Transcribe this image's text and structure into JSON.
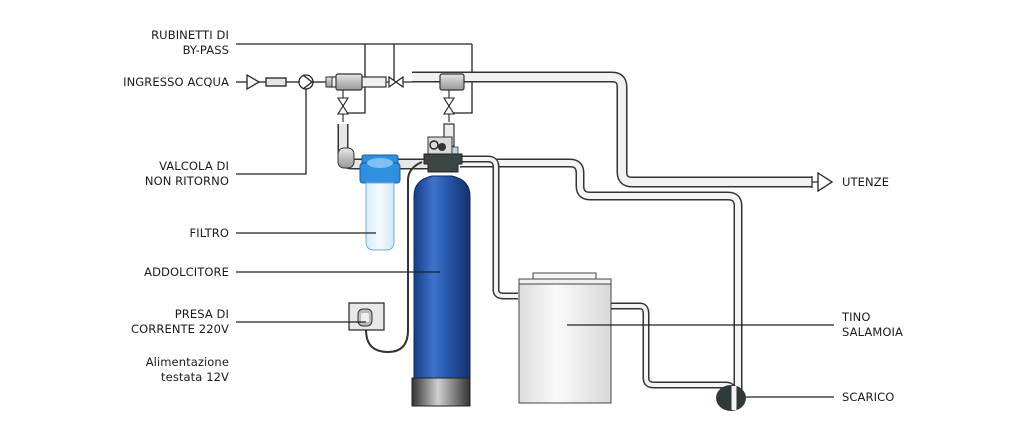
{
  "diagram": {
    "type": "water-softener-installation",
    "colors": {
      "tank_blue": "#2a5db0",
      "filter_blue": "#2f8fe0",
      "pipe_outline": "#3a3a3a",
      "pipe_fill": "#f2f2f2",
      "brine_tank": "#eeeeee",
      "head_dark": "#3b4544",
      "drain_dark": "#2e3a3a"
    },
    "labels": {
      "bypass_valves": [
        "RUBINETTI DI",
        "BY-PASS"
      ],
      "water_inlet": "INGRESSO ACQUA",
      "check_valve": [
        "VALCOLA DI",
        "NON RITORNO"
      ],
      "filter": "FILTRO",
      "softener": "ADDOLCITORE",
      "power_socket": [
        "PRESA DI",
        "CORRENTE 220V"
      ],
      "head_power": [
        "Alimentazione",
        "testata 12V"
      ],
      "outlet": "UTENZE",
      "brine_tank": [
        "TINO",
        "SALAMOIA"
      ],
      "drain": "SCARICO"
    }
  }
}
